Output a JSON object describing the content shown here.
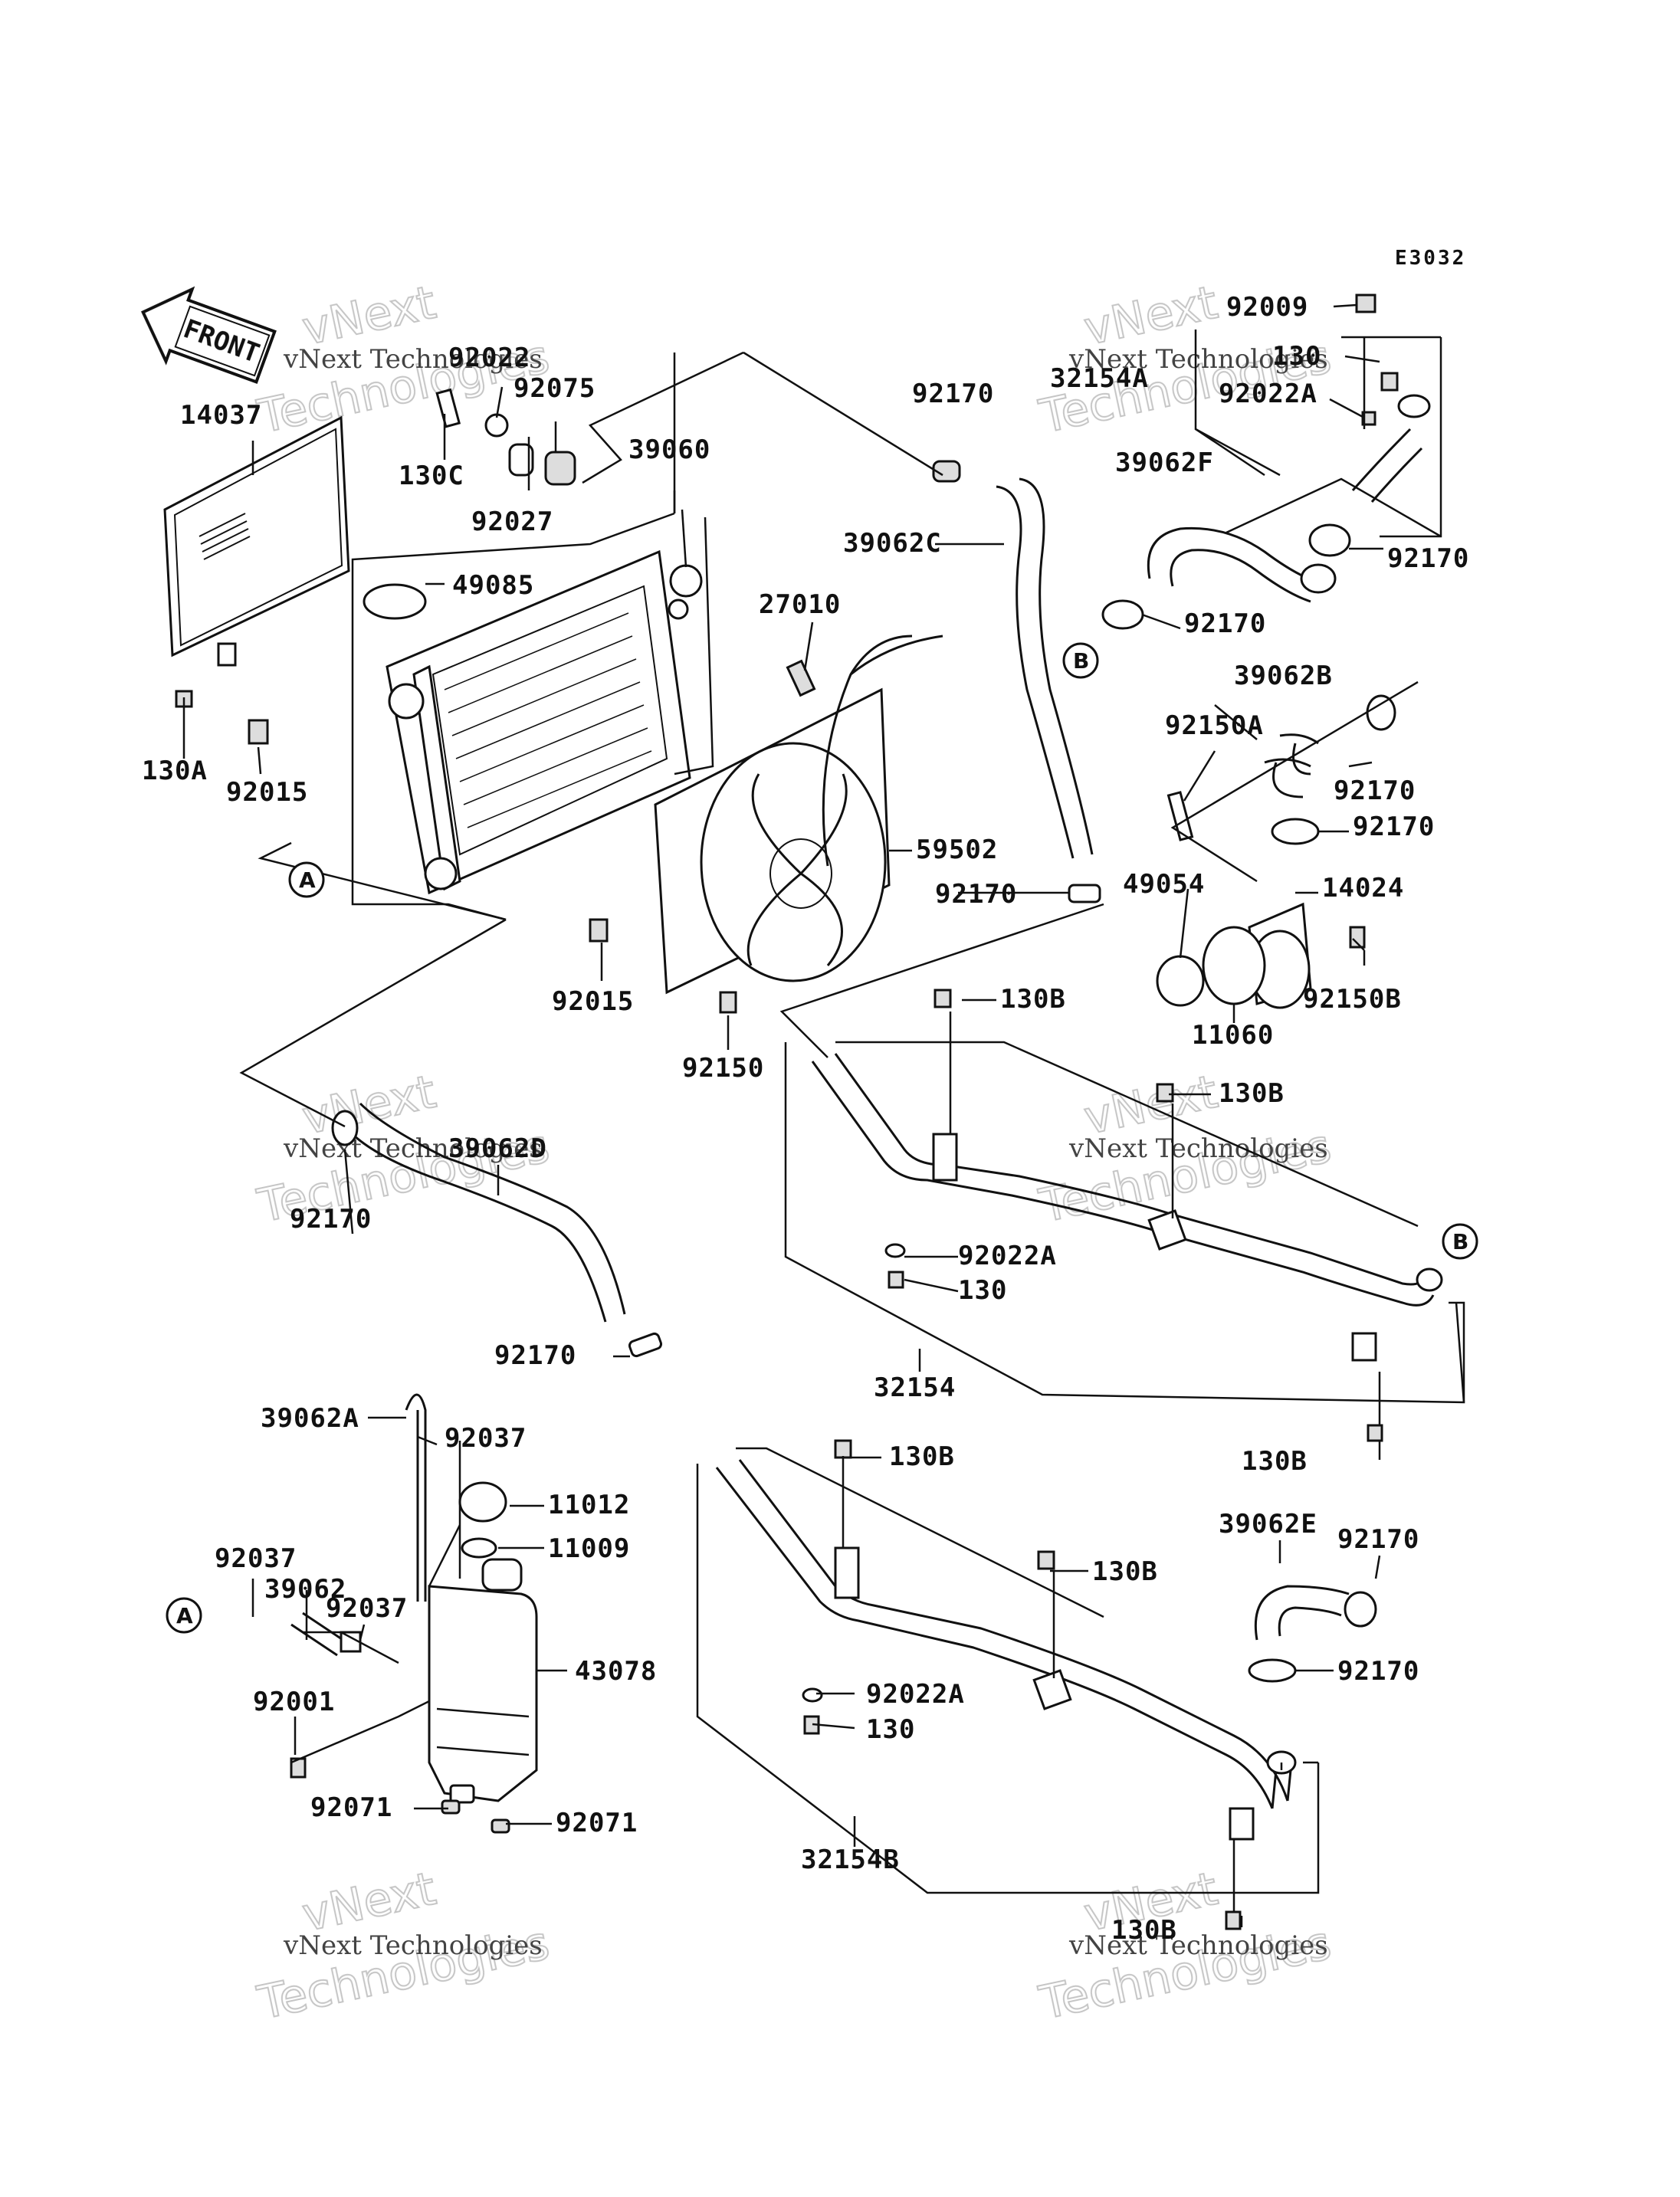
{
  "diagram_code": "E3032",
  "front_label": "FRONT",
  "watermark": {
    "line1": "vNext",
    "line2": "vNext Technologies",
    "line3": "Technologies"
  },
  "ref_markers": [
    "A",
    "B"
  ],
  "labels": {
    "p92009": "92009",
    "p130_top": "130",
    "p32154A": "32154A",
    "p92022A_top": "92022A",
    "p92022": "92022",
    "p92075": "92075",
    "p14037": "14037",
    "p130C": "130C",
    "p39060": "39060",
    "p92170_a": "92170",
    "p92027": "92027",
    "p39062F": "39062F",
    "p49085": "49085",
    "p39062C": "39062C",
    "p92170_b": "92170",
    "p27010": "27010",
    "p92170_c": "92170",
    "p39062B": "39062B",
    "p130A": "130A",
    "p92150A": "92150A",
    "p92015_a": "92015",
    "p92170_d": "92170",
    "p92170_e": "92170",
    "p59502": "59502",
    "p49054": "49054",
    "p14024": "14024",
    "p92170_f": "92170",
    "p92015_b": "92015",
    "p130B_a": "130B",
    "p92150B": "92150B",
    "p11060": "11060",
    "p92150": "92150",
    "p130B_b": "130B",
    "p39062D": "39062D",
    "p92170_g": "92170",
    "p92022A_mid": "92022A",
    "p130_mid": "130",
    "p32154": "32154",
    "p92170_h": "92170",
    "p130B_c": "130B",
    "p39062A": "39062A",
    "p92037_a": "92037",
    "p130B_d": "130B",
    "p11012": "11012",
    "p11009": "11009",
    "p39062E": "39062E",
    "p92170_i": "92170",
    "p92037_b": "92037",
    "p130B_e": "130B",
    "p39062": "39062",
    "p92037_c": "92037",
    "p43078": "43078",
    "p92170_j": "92170",
    "p92001": "92001",
    "p92022A_bot": "92022A",
    "p130_bot": "130",
    "p92071_a": "92071",
    "p92071_b": "92071",
    "p32154B": "32154B",
    "p130B_f": "130B"
  }
}
